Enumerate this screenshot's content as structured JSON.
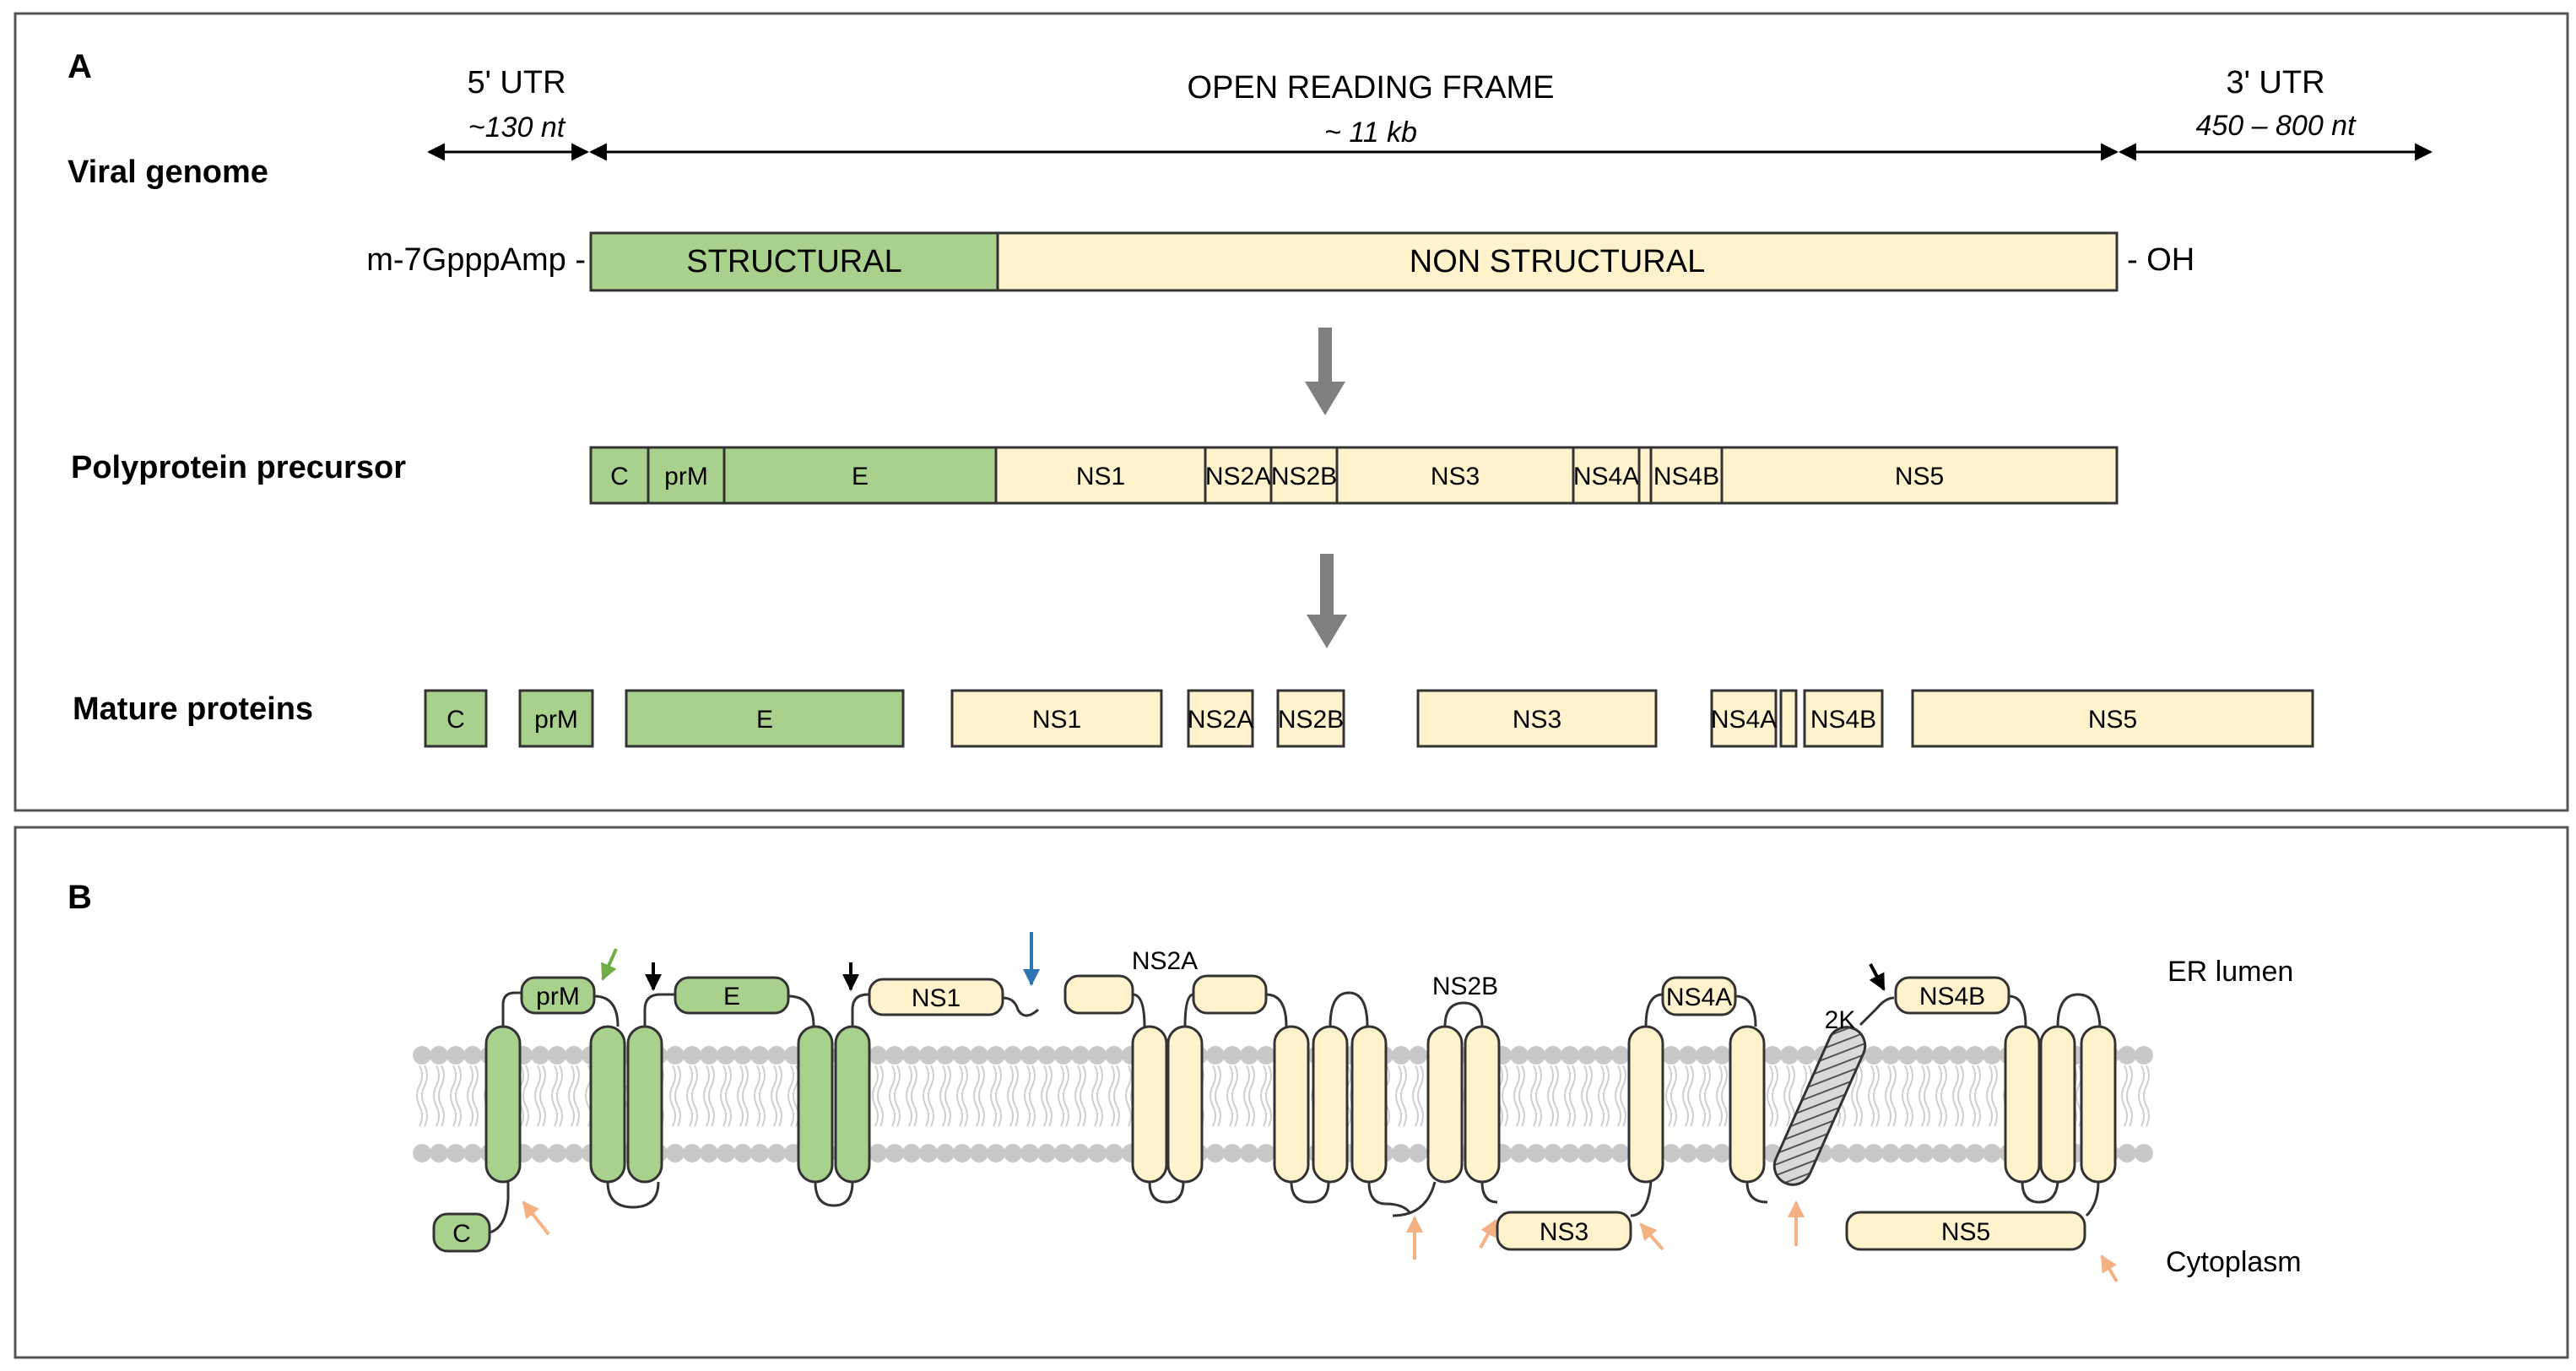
{
  "colors": {
    "structural_fill": "#a9d18e",
    "nonstructural_fill": "#fff2cc",
    "stroke": "#333333",
    "arrow_gray": "#7f7f7f",
    "membrane": "#c8c8c8",
    "arrow_orange": "#f4b183",
    "arrow_green": "#70ad47",
    "arrow_blue": "#2e75b6",
    "arrow_black": "#000000",
    "hatch_fill": "#bfbfbf"
  },
  "panel_a": {
    "label": "A",
    "utr5": {
      "title": "5' UTR",
      "length": "~130 nt"
    },
    "orf": {
      "title": "OPEN READING FRAME",
      "length": "~ 11 kb"
    },
    "utr3": {
      "title": "3' UTR",
      "length": "450 – 800 nt"
    },
    "viral_genome": {
      "label": "Viral genome",
      "cap": "m-7GpppAmp -",
      "structural": "STRUCTURAL",
      "nonstructural": "NON STRUCTURAL",
      "end": "- OH"
    },
    "polyprotein": {
      "label": "Polyprotein precursor",
      "segments": [
        "C",
        "prM",
        "E",
        "NS1",
        "NS2A",
        "NS2B",
        "NS3",
        "NS4A",
        "",
        "NS4B",
        "NS5"
      ]
    },
    "mature": {
      "label": "Mature proteins",
      "segments": [
        "C",
        "prM",
        "E",
        "NS1",
        "NS2A",
        "NS2B",
        "NS3",
        "NS4A",
        "",
        "NS4B",
        "NS5"
      ]
    }
  },
  "panel_b": {
    "label": "B",
    "er_lumen": "ER lumen",
    "cytoplasm": "Cytoplasm",
    "proteins": {
      "prm": "prM",
      "e": "E",
      "ns1": "NS1",
      "ns2a": "NS2A",
      "ns2b": "NS2B",
      "ns4a": "NS4A",
      "k2": "2K",
      "ns4b": "NS4B",
      "c": "C",
      "ns3": "NS3",
      "ns5": "NS5"
    }
  }
}
